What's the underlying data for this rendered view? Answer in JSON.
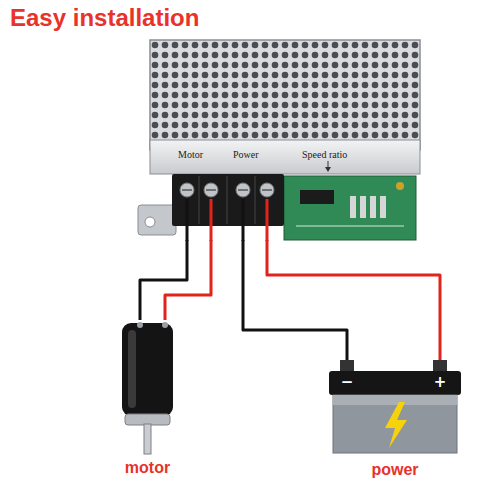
{
  "diagram": {
    "title": "Easy installation",
    "nodes": [
      {
        "text": [
          "Motor",
          "Power",
          "Speed ratio"
        ]
      },
      {
        "text": [
          "motor"
        ]
      },
      {
        "text": [
          "−",
          "+",
          "power"
        ]
      }
    ],
    "edges": [
      {
        "from": 0,
        "to": 1,
        "arrow": "none"
      },
      {
        "from": 0,
        "to": 1,
        "arrow": "none"
      },
      {
        "from": 0,
        "to": 2,
        "arrow": "none"
      },
      {
        "from": 0,
        "to": 2,
        "arrow": "none"
      }
    ]
  }
}
